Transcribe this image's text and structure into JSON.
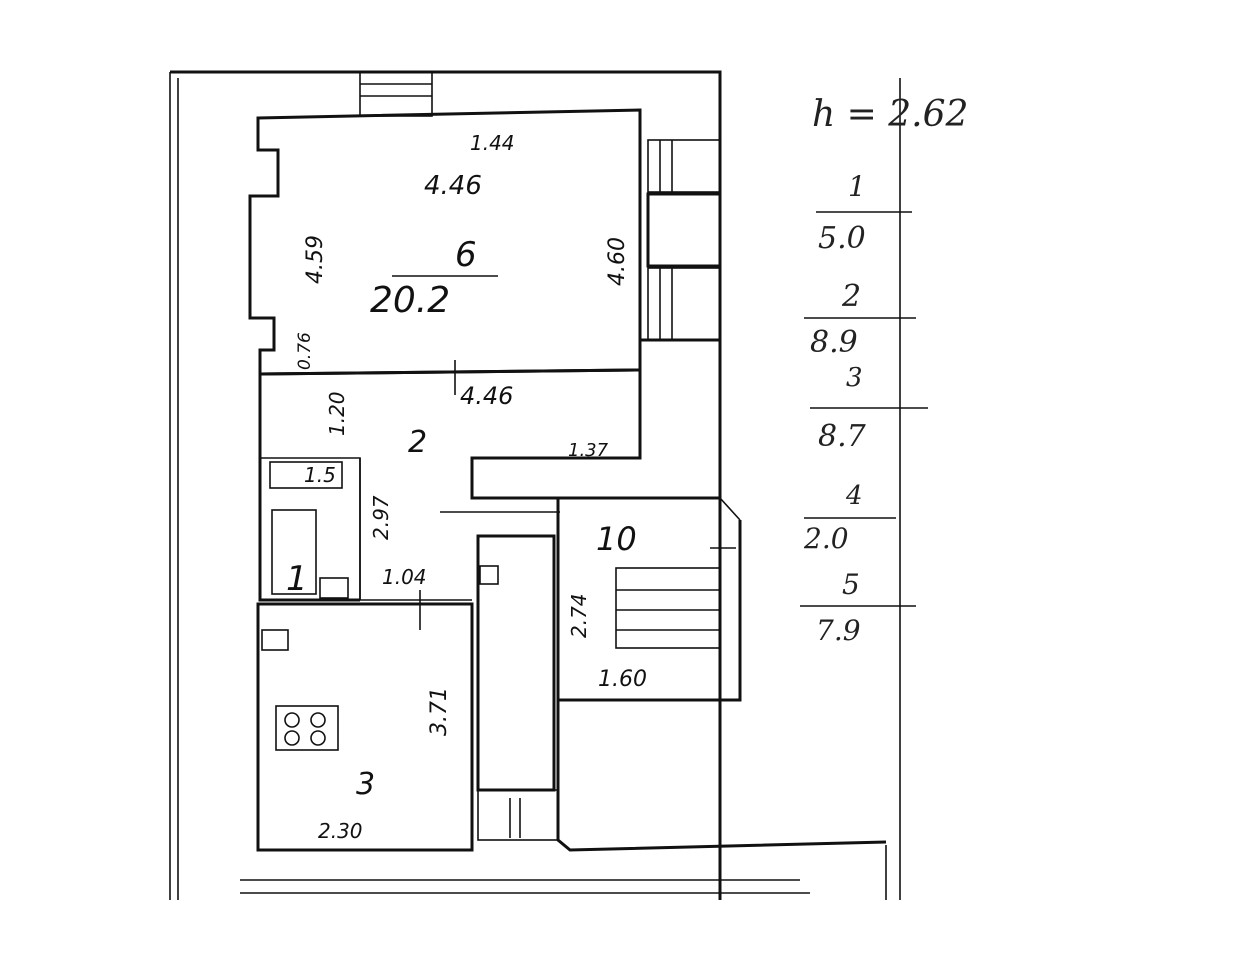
{
  "ceiling_height": "h = 2.62",
  "rooms": [
    {
      "id": "room-6",
      "number": "6",
      "area": "20.2"
    },
    {
      "id": "room-2",
      "number": "2",
      "area": ""
    },
    {
      "id": "room-1",
      "number": "1",
      "area": ""
    },
    {
      "id": "room-10",
      "number": "10",
      "area": ""
    },
    {
      "id": "room-3",
      "number": "3",
      "area": ""
    }
  ],
  "dimensions": {
    "room6_top_small": "1.44",
    "room6_width": "4.46",
    "room6_left": "4.59",
    "room6_right": "4.60",
    "room6_corner": "0.76",
    "hall_width": "4.46",
    "hall_left": "1.20",
    "hall_notch": "1.37",
    "bath_top": "1.5",
    "bath_side": "2.97",
    "bath_bottom": "1.04",
    "stair_side": "2.74",
    "stair_bottom": "1.60",
    "kitchen_side": "3.71",
    "kitchen_bottom": "2.30"
  },
  "legend": [
    {
      "number": "1",
      "area": "5.0"
    },
    {
      "number": "2",
      "area": "8.9"
    },
    {
      "number": "3",
      "area": "8.7"
    },
    {
      "number": "4",
      "area": "2.0"
    },
    {
      "number": "5",
      "area": "7.9"
    }
  ]
}
